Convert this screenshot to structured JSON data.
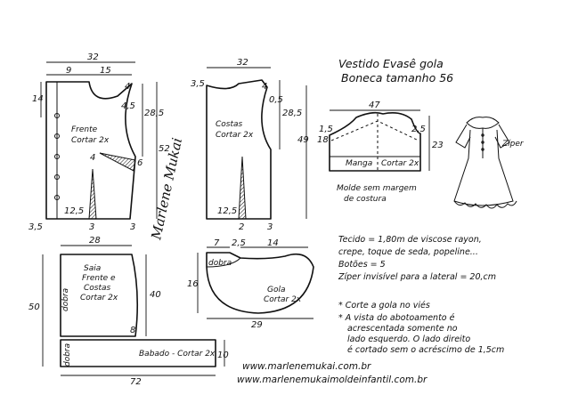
{
  "title": {
    "line1": "Vestido Evasê gola",
    "line2": "Boneca tamanho 56"
  },
  "front_bodice": {
    "label_line1": "Frente",
    "label_line2": "Cortar 2x",
    "width_top": "32",
    "neck_width": "9",
    "shoulder": "15",
    "shoulder_drop": "4",
    "armhole_depth": "28,5",
    "neck_depth": "14",
    "total_length": "52",
    "armhole_curve": "4,5",
    "dart_width": "6",
    "hem_seg_a": "12,5",
    "hem_seg_b": "3",
    "hem_seg_c": "3",
    "side_drop": "3,5",
    "dart_point": "4"
  },
  "back_bodice": {
    "label_line1": "Costas",
    "label_line2": "Cortar 2x",
    "width_top": "32",
    "neck_drop": "3,5",
    "shoulder_drop": "4",
    "armhole_depth": "28,5",
    "total_length": "49",
    "armhole_curve": "0,5",
    "hem_seg_a": "12,5",
    "hem_seg_b": "2",
    "hem_seg_c": "3"
  },
  "sleeve": {
    "width": "47",
    "height": "23",
    "cap_height": "18",
    "cap_offset": "1,5",
    "cap_right": "2,5",
    "cuff_label": "Manga",
    "cut_label": "Cortar 2x",
    "note_line1": "Molde sem margem",
    "note_line2": "de costura"
  },
  "skirt": {
    "label_line1": "Saia",
    "label_line2": "Frente e",
    "label_line3": "Costas",
    "label_line4": "Cortar 2x",
    "width_top": "28",
    "height": "40",
    "total": "50",
    "fold_label": "dobra",
    "step": "8"
  },
  "ruffle": {
    "label": "Babado - Cortar 2x",
    "width": "72",
    "height": "10",
    "fold_label": "dobra"
  },
  "collar": {
    "label_line1": "Gola",
    "label_line2": "Cortar 2x",
    "fold_label": "dobra",
    "top_a": "7",
    "top_b": "2,5",
    "top_c": "14",
    "height": "16",
    "width": "29"
  },
  "notes": {
    "fabric_line1": "Tecido = 1,80m de viscose rayon,",
    "fabric_line2": "crepe, toque de seda, popeline...",
    "buttons": "Botões = 5",
    "zipper": "Zíper invisível para a lateral = 20,cm",
    "note1": "* Corte a gola no viés",
    "note2_line1": "* A vista do abotoamento é",
    "note2_line2": "acrescentada somente no",
    "note2_line3": "lado esquerdo. O lado direito",
    "note2_line4": "é cortado sem o acréscimo de 1,5cm"
  },
  "dress_illustration": {
    "zipper_label": "Zíper"
  },
  "signature": "Marlene Mukai",
  "website": {
    "line1": "www.marlenemukai.com.br",
    "line2": "www.marlenemukaimoldeinfantil.com.br"
  }
}
